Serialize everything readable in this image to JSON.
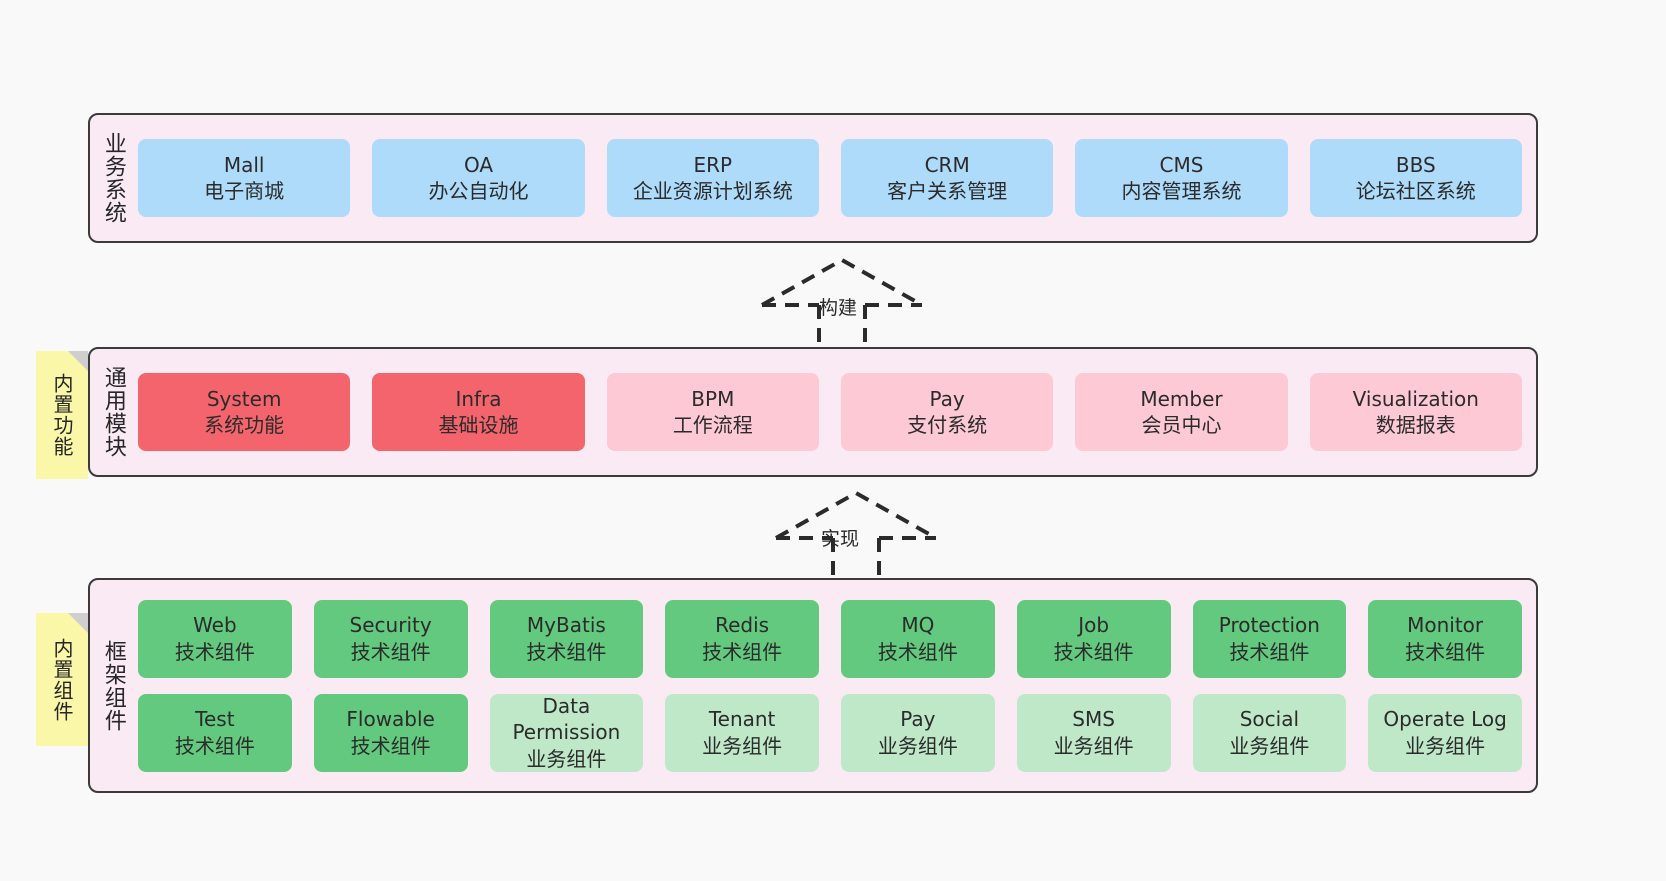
{
  "diagram": {
    "background_color": "#f9f9f9",
    "container_color": "#f9eaf4",
    "border_color": "#3b3b3b",
    "sticky_color": "#fbf7a8",
    "palette": {
      "blue": "#aedbfa",
      "red": "#f4646c",
      "pink": "#fcc9d4",
      "green": "#63c97e",
      "green_light": "#bfe8c9"
    }
  },
  "layers": {
    "business": {
      "title": "业务系统",
      "cards": [
        {
          "en": "Mall",
          "cn": "电子商城",
          "color": "blue"
        },
        {
          "en": "OA",
          "cn": "办公自动化",
          "color": "blue"
        },
        {
          "en": "ERP",
          "cn": "企业资源计划系统",
          "color": "blue"
        },
        {
          "en": "CRM",
          "cn": "客户关系管理",
          "color": "blue"
        },
        {
          "en": "CMS",
          "cn": "内容管理系统",
          "color": "blue"
        },
        {
          "en": "BBS",
          "cn": "论坛社区系统",
          "color": "blue"
        }
      ]
    },
    "modules": {
      "title": "通用模块",
      "sticky": "内置功能",
      "cards": [
        {
          "en": "System",
          "cn": "系统功能",
          "color": "red"
        },
        {
          "en": "Infra",
          "cn": "基础设施",
          "color": "red"
        },
        {
          "en": "BPM",
          "cn": "工作流程",
          "color": "pink"
        },
        {
          "en": "Pay",
          "cn": "支付系统",
          "color": "pink"
        },
        {
          "en": "Member",
          "cn": "会员中心",
          "color": "pink"
        },
        {
          "en": "Visualization",
          "cn": "数据报表",
          "color": "pink"
        }
      ]
    },
    "framework": {
      "title": "框架组件",
      "sticky": "内置组件",
      "row1": [
        {
          "en": "Web",
          "cn": "技术组件",
          "color": "green"
        },
        {
          "en": "Security",
          "cn": "技术组件",
          "color": "green"
        },
        {
          "en": "MyBatis",
          "cn": "技术组件",
          "color": "green"
        },
        {
          "en": "Redis",
          "cn": "技术组件",
          "color": "green"
        },
        {
          "en": "MQ",
          "cn": "技术组件",
          "color": "green"
        },
        {
          "en": "Job",
          "cn": "技术组件",
          "color": "green"
        },
        {
          "en": "Protection",
          "cn": "技术组件",
          "color": "green"
        },
        {
          "en": "Monitor",
          "cn": "技术组件",
          "color": "green"
        }
      ],
      "row2": [
        {
          "en": "Test",
          "cn": "技术组件",
          "color": "green"
        },
        {
          "en": "Flowable",
          "cn": "技术组件",
          "color": "green"
        },
        {
          "en": "Data Permission",
          "cn": "业务组件",
          "color": "green_light"
        },
        {
          "en": "Tenant",
          "cn": "业务组件",
          "color": "green_light"
        },
        {
          "en": "Pay",
          "cn": "业务组件",
          "color": "green_light"
        },
        {
          "en": "SMS",
          "cn": "业务组件",
          "color": "green_light"
        },
        {
          "en": "Social",
          "cn": "业务组件",
          "color": "green_light"
        },
        {
          "en": "Operate Log",
          "cn": "业务组件",
          "color": "green_light"
        }
      ]
    }
  },
  "arrows": [
    {
      "id": "build",
      "label": "构建",
      "style": "dashed-hollow-up"
    },
    {
      "id": "impl",
      "label": "实现",
      "style": "dashed-hollow-up"
    }
  ]
}
